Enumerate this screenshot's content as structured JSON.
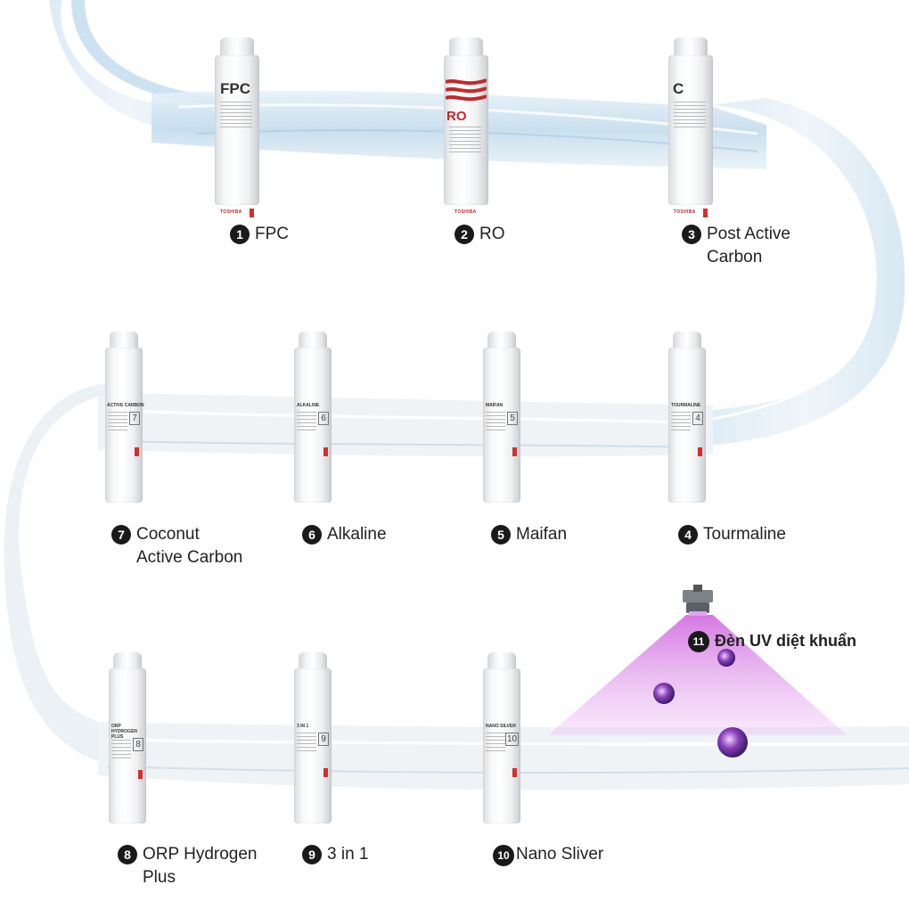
{
  "stages": [
    {
      "num": "1",
      "label": "FPC",
      "cartridge": "FPC"
    },
    {
      "num": "2",
      "label": "RO",
      "cartridge": "RO"
    },
    {
      "num": "3",
      "label": "Post Active\nCarbon",
      "cartridge": "C"
    },
    {
      "num": "4",
      "label": "Tourmaline",
      "cartridge": "TOURMALINE",
      "code": "4"
    },
    {
      "num": "5",
      "label": "Maifan",
      "cartridge": "MAIFAN",
      "code": "5"
    },
    {
      "num": "6",
      "label": "Alkaline",
      "cartridge": "ALKALINE",
      "code": "6"
    },
    {
      "num": "7",
      "label": "Coconut\nActive Carbon",
      "cartridge": "ACTIVE CARBON",
      "code": "7"
    },
    {
      "num": "8",
      "label": "ORP Hydrogen\nPlus",
      "cartridge": "ORP HYDROGEN\nPLUS",
      "code": "8"
    },
    {
      "num": "9",
      "label": "3 in 1",
      "cartridge": "3 IN 1",
      "code": "9"
    },
    {
      "num": "10",
      "label": "Nano Sliver",
      "cartridge": "NANO SILVER",
      "code": "10"
    },
    {
      "num": "11",
      "label": "Đèn UV diệt khuẩn"
    }
  ],
  "brand": "TOSHIBA",
  "colors": {
    "badge": "#1a1a1a",
    "uv": "#d070e0",
    "water": "#cfe4f2",
    "accent_red": "#d32f2f"
  }
}
